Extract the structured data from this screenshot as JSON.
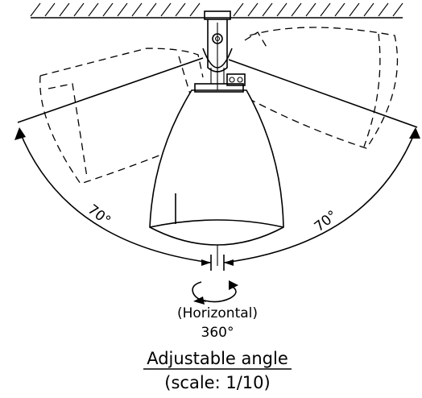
{
  "diagram": {
    "left_angle": "70°",
    "right_angle": "70°",
    "rotation_label": "(Horizontal)",
    "rotation_value": "360°",
    "caption_title": "Adjustable angle",
    "caption_scale": "(scale: 1/10)"
  }
}
